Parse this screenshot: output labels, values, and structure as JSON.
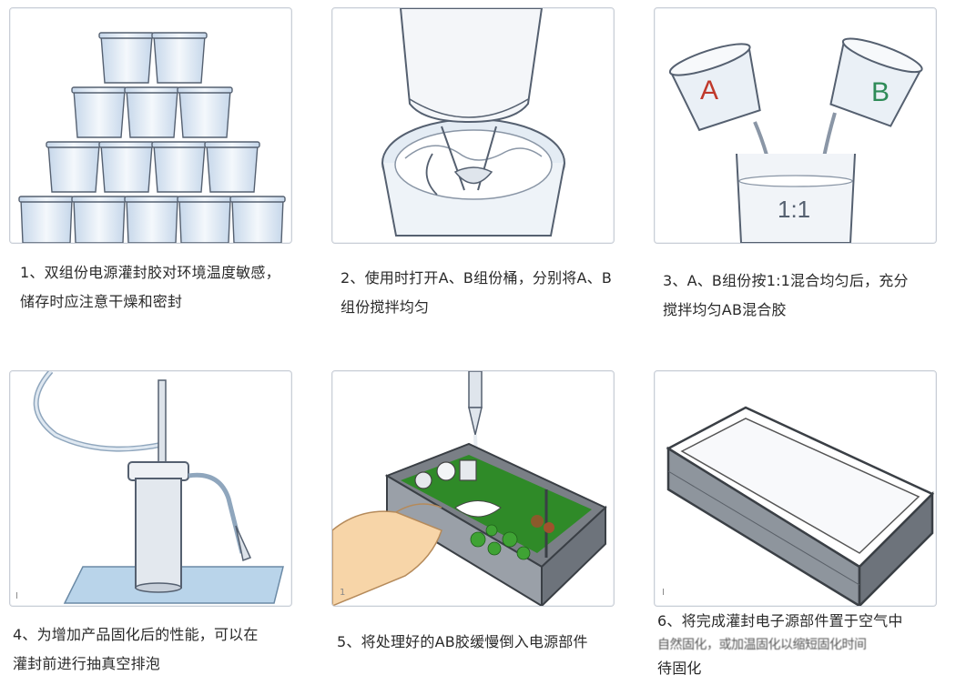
{
  "steps": [
    {
      "lines": [
        "1、双组份电源灌封胶对环境温度敏感，",
        "储存时应注意干燥和密封"
      ]
    },
    {
      "lines": [
        "2、使用时打开A、B组份桶，分别将A、B",
        "组份搅拌均匀"
      ]
    },
    {
      "lines": [
        "3、A、B组份按1:1混合均匀后，充分",
        "搅拌均匀AB混合胶"
      ]
    },
    {
      "lines": [
        "4、为增加产品固化后的性能，可以在",
        "灌封前进行抽真空排泡"
      ]
    },
    {
      "lines": [
        "5、将处理好的AB胶缓慢倒入电源部件"
      ]
    },
    {
      "lines": [
        "6、将完成灌封电子源部件置于空气中",
        "自然固化，或加温固化以缩短固化时间",
        "待固化"
      ]
    }
  ],
  "labels": {
    "cup_a": "A",
    "cup_b": "B",
    "ratio": "1:1"
  },
  "colors": {
    "bucket": "#dce8f4",
    "circuit": "#3f9a35",
    "a_letter": "#c0392b",
    "b_letter": "#2e8b57"
  }
}
